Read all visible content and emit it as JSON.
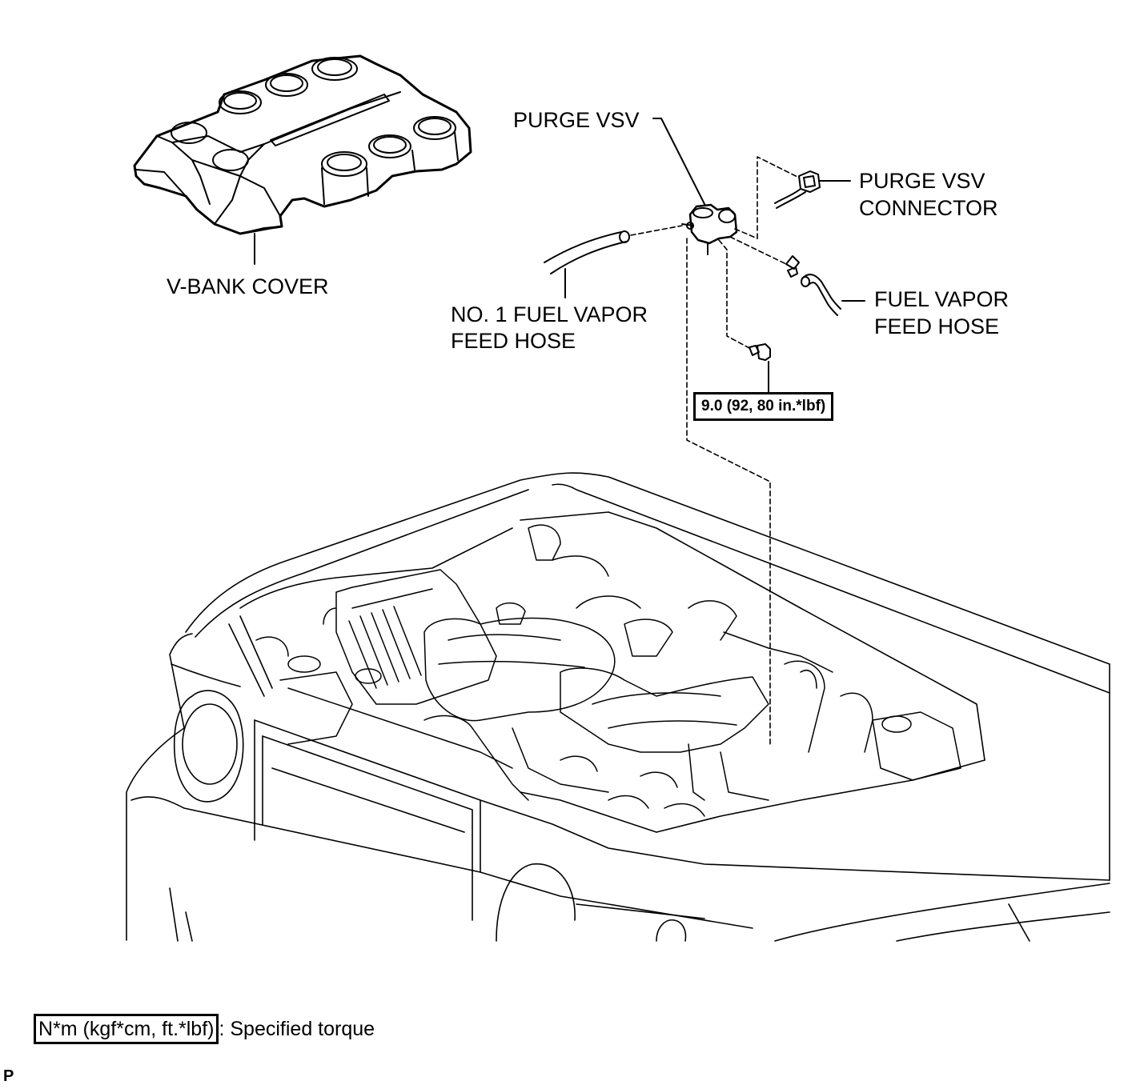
{
  "labels": {
    "v_bank_cover": "V-BANK COVER",
    "purge_vsv": "PURGE VSV",
    "purge_vsv_connector_1": "PURGE VSV",
    "purge_vsv_connector_2": "CONNECTOR",
    "no1_fuel_vapor_feed_hose_1": "NO. 1 FUEL VAPOR",
    "no1_fuel_vapor_feed_hose_2": "FEED HOSE",
    "fuel_vapor_feed_hose_1": "FUEL VAPOR",
    "fuel_vapor_feed_hose_2": "FEED HOSE"
  },
  "torque_spec": "9.0 (92, 80 in.*lbf)",
  "legend": {
    "units": "N*m (kgf*cm, ft.*lbf)",
    "description": ": Specified torque"
  },
  "figure_code": "P"
}
